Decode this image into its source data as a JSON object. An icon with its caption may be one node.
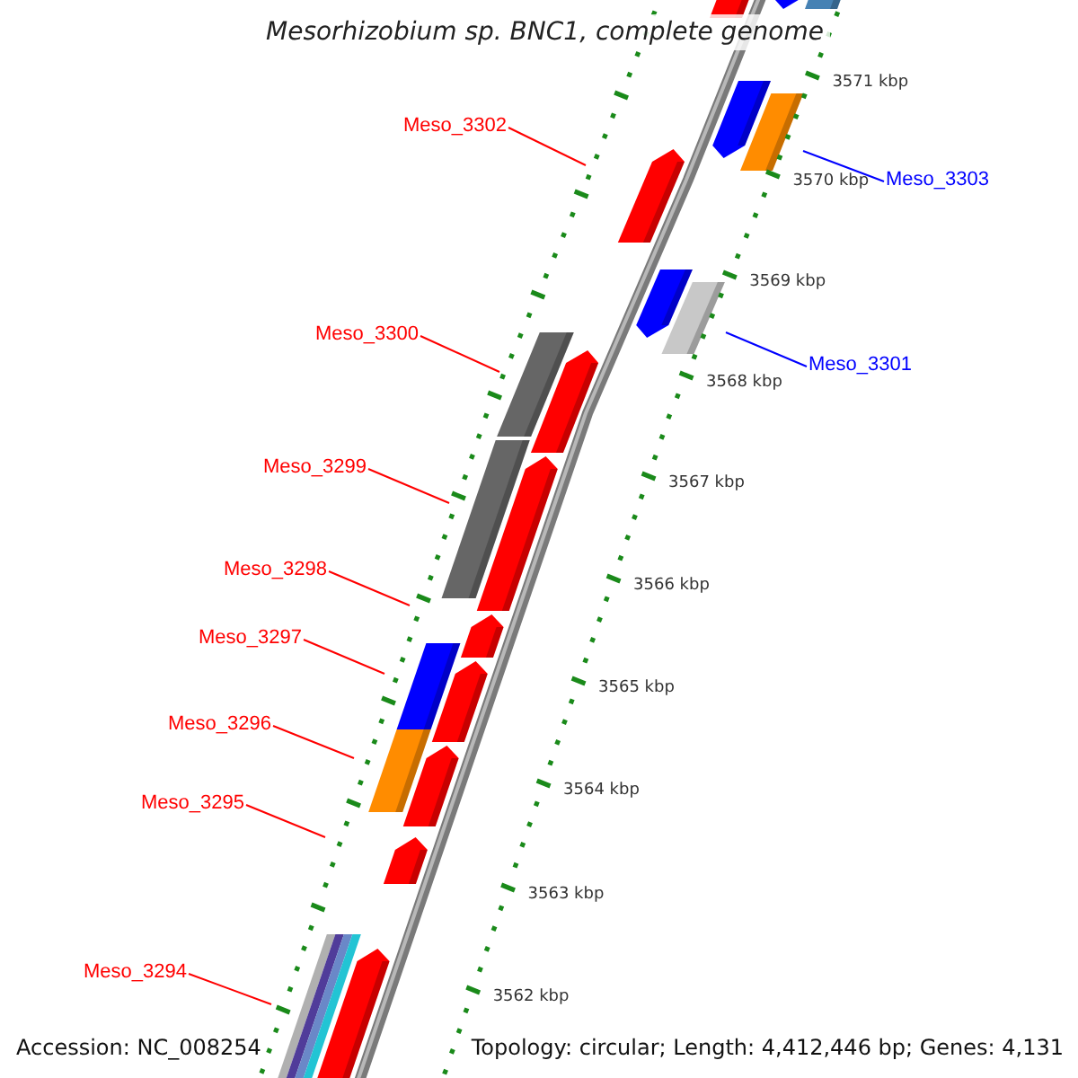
{
  "diagram": {
    "title": "Mesorhizobium sp. BNC1, complete genome",
    "nodes": [
      {
        "text": [
          "Meso_3302"
        ]
      },
      {
        "text": [
          "Meso_3303"
        ]
      },
      {
        "text": [
          "Meso_3300"
        ]
      },
      {
        "text": [
          "Meso_3301"
        ]
      },
      {
        "text": [
          "Meso_3299"
        ]
      },
      {
        "text": [
          "Meso_3298"
        ]
      },
      {
        "text": [
          "Meso_3297"
        ]
      },
      {
        "text": [
          "Meso_3296"
        ]
      },
      {
        "text": [
          "Meso_3295"
        ]
      },
      {
        "text": [
          "Meso_3294"
        ]
      }
    ],
    "edges": [
      {
        "from": 0,
        "to": null,
        "arrow": "none"
      },
      {
        "from": 1,
        "to": null,
        "arrow": "none",
        "color": "#0000ff"
      },
      {
        "from": 2,
        "to": null,
        "arrow": "none"
      },
      {
        "from": 3,
        "to": null,
        "arrow": "none",
        "color": "#0000ff"
      },
      {
        "from": 4,
        "to": null,
        "arrow": "none"
      },
      {
        "from": 5,
        "to": null,
        "arrow": "none"
      },
      {
        "from": 6,
        "to": null,
        "arrow": "none"
      },
      {
        "from": 7,
        "to": null,
        "arrow": "none"
      },
      {
        "from": 8,
        "to": null,
        "arrow": "none"
      },
      {
        "from": 9,
        "to": null,
        "arrow": "none"
      }
    ],
    "labels": [
      "3571 kbp",
      "3570 kbp",
      "3569 kbp",
      "3568 kbp",
      "3567 kbp",
      "3566 kbp",
      "3565 kbp",
      "3564 kbp",
      "3563 kbp",
      "3562 kbp",
      "Accession: NC_008254",
      "Topology: circular; Length: 4,412,446 bp; Genes: 4,131"
    ]
  }
}
